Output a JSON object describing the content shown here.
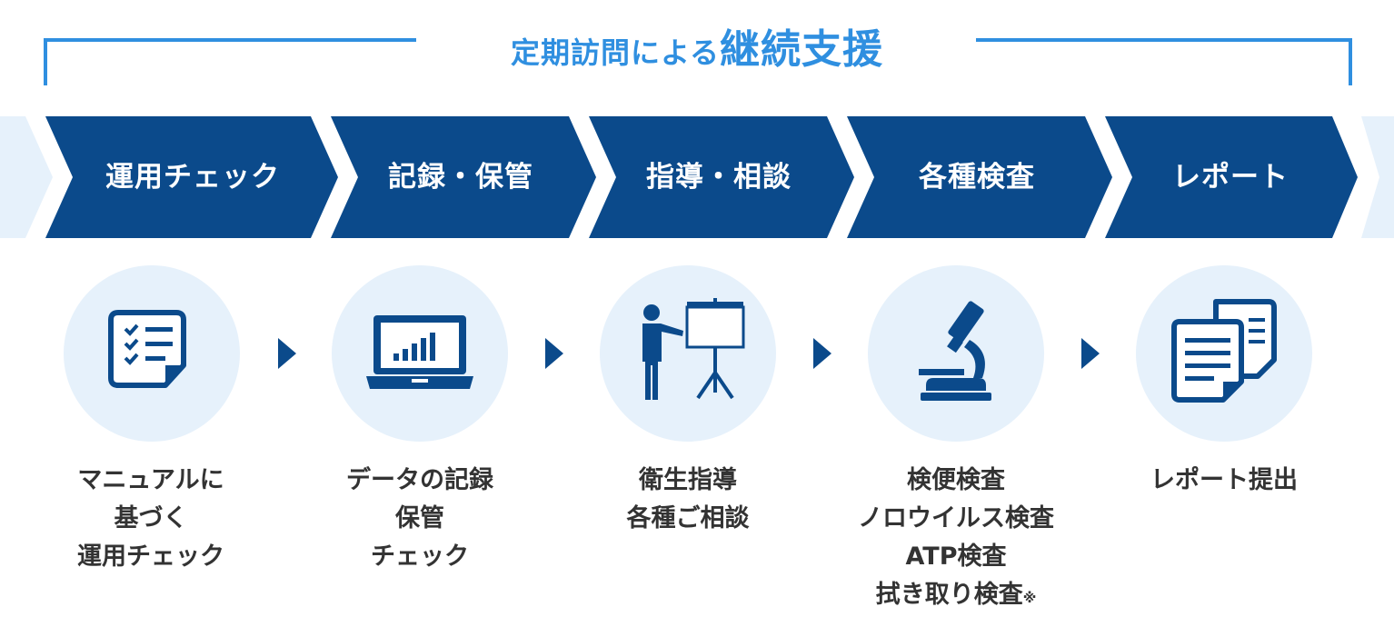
{
  "title": {
    "part1": "定期訪問による",
    "part2": "継続支援"
  },
  "colors": {
    "accent": "#2f8fe0",
    "band": "#0b4a8b",
    "band_light": "#e6f1fb",
    "icon_bg": "#e6f1fb",
    "text": "#333333"
  },
  "steps": [
    {
      "label": "運用チェック",
      "icon": "checklist-icon",
      "lines": [
        "マニュアルに",
        "基づく",
        "運用チェック"
      ]
    },
    {
      "label": "記録・保管",
      "icon": "laptop-chart-icon",
      "lines": [
        "データの記録",
        "保管",
        "チェック"
      ]
    },
    {
      "label": "指導・相談",
      "icon": "presentation-icon",
      "lines": [
        "衛生指導",
        "各種ご相談"
      ]
    },
    {
      "label": "各種検査",
      "icon": "microscope-icon",
      "lines": [
        "検便検査",
        "ノロウイルス検査",
        "ATP検査",
        "拭き取り検査"
      ],
      "note": "※"
    },
    {
      "label": "レポート",
      "icon": "report-documents-icon",
      "lines": [
        "レポート提出"
      ]
    }
  ]
}
